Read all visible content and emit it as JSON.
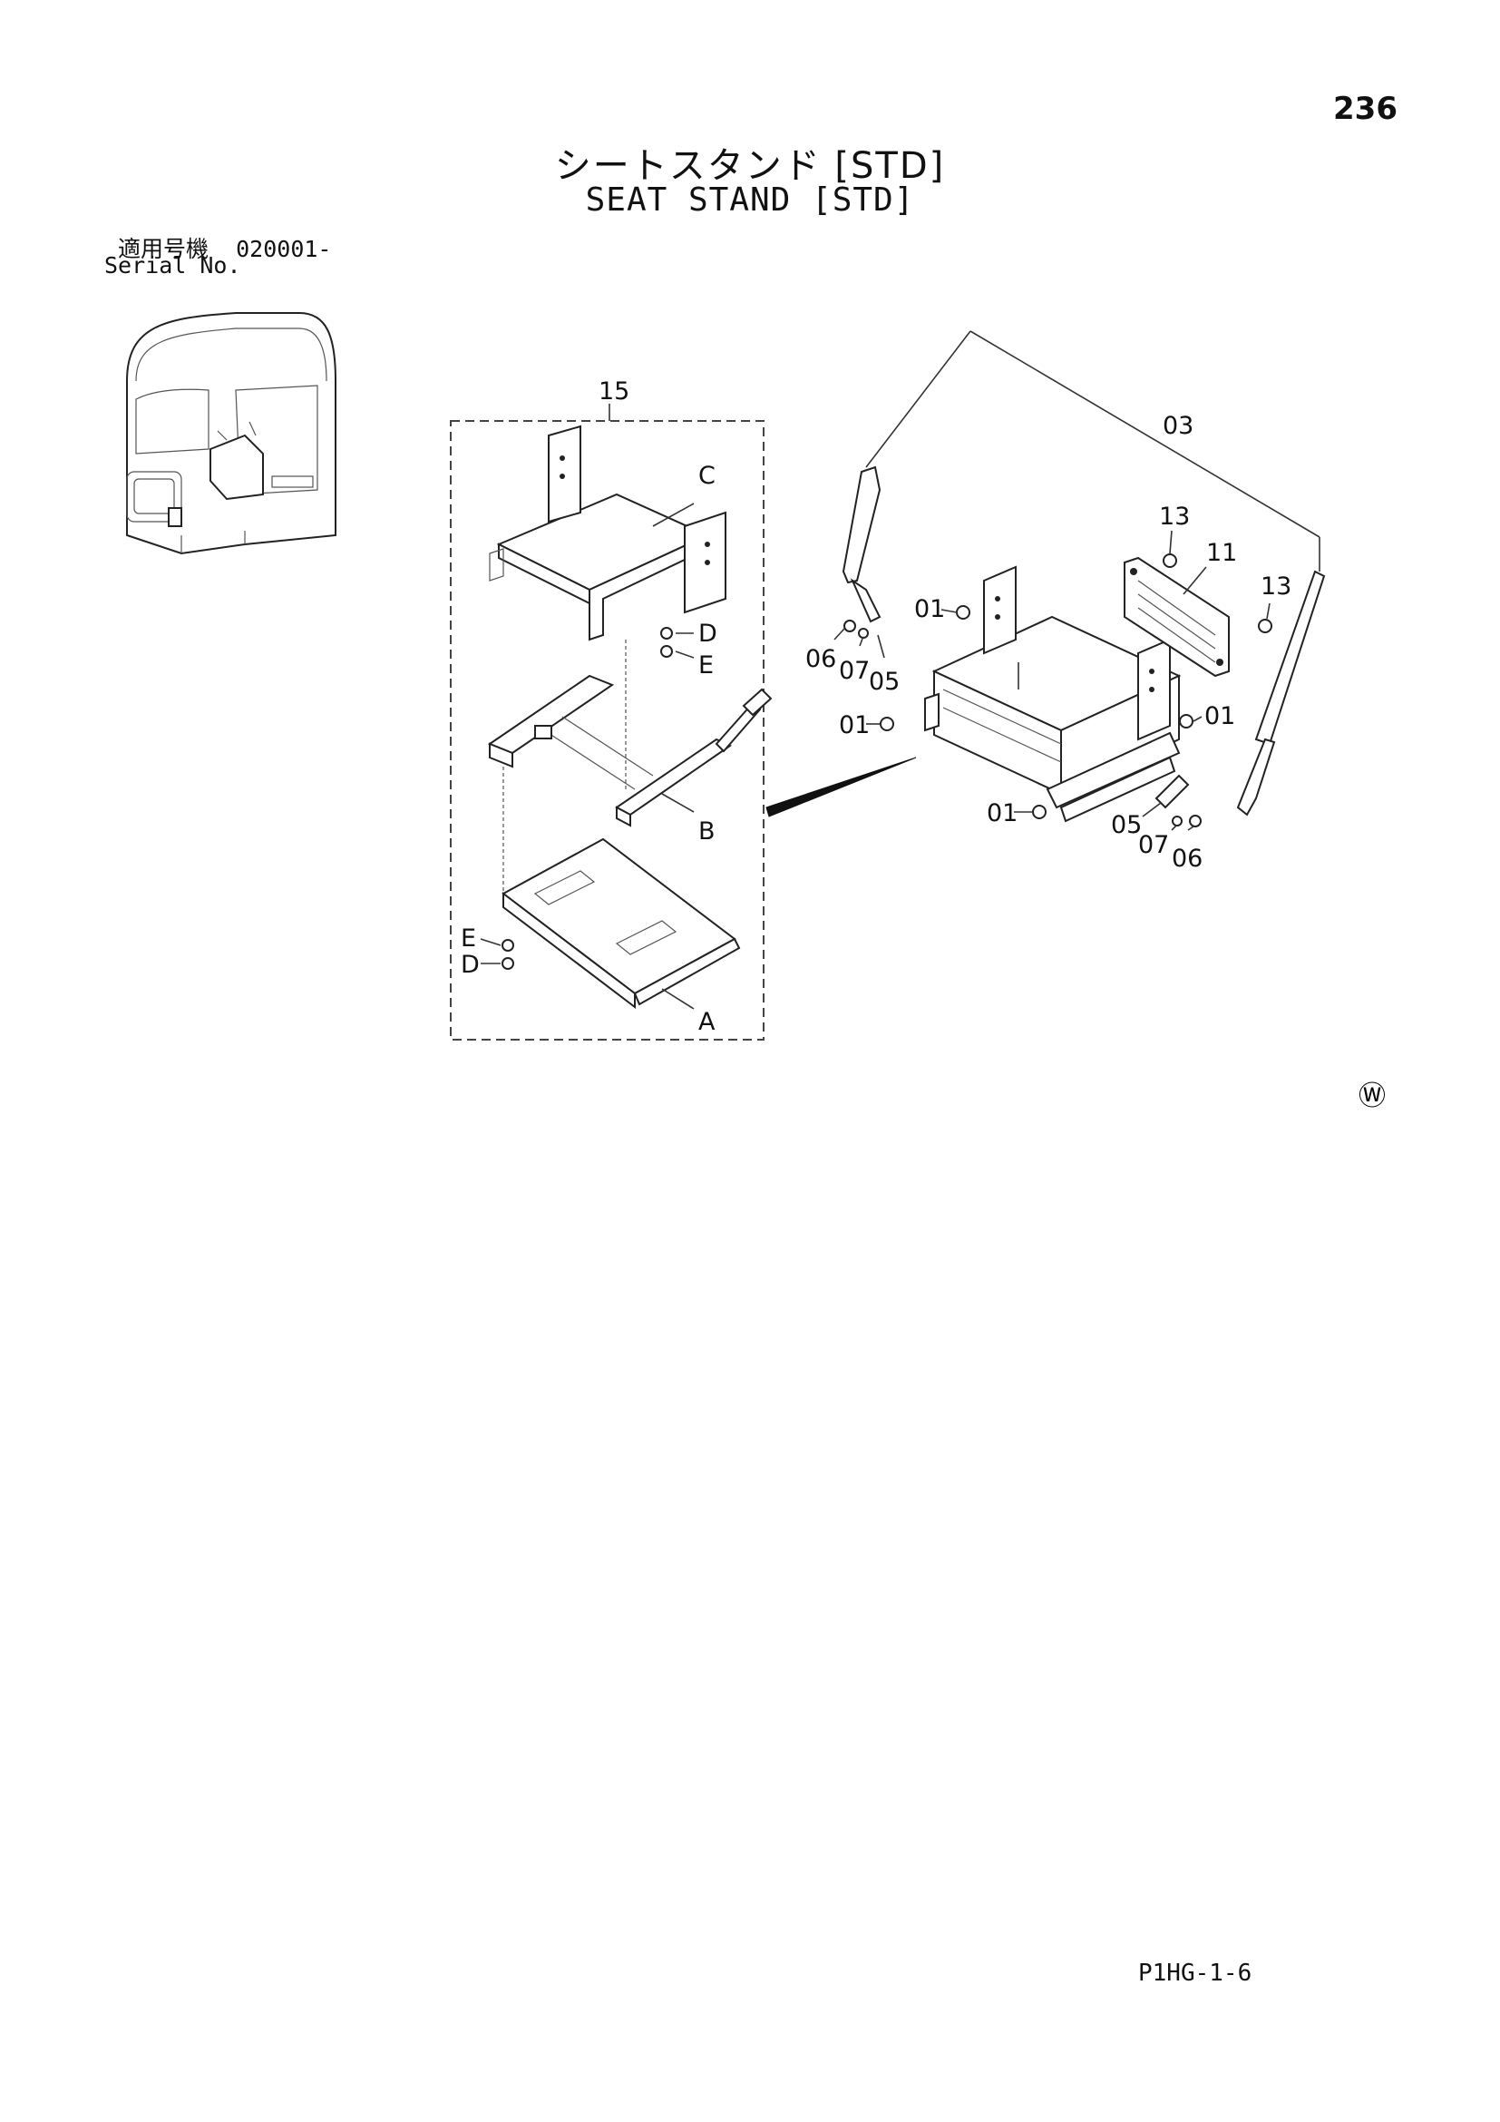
{
  "page_number": "236",
  "title_jp": "シートスタンド [STD]",
  "title_en": "SEAT STAND [STD]",
  "serial_label_jp": "適用号機",
  "serial_value": "020001-",
  "serial_label_en": "Serial No.",
  "document_code": "P1HG-1-6",
  "watermark_symbol": "Ⓦ",
  "callouts": {
    "c15": "15",
    "cC": "C",
    "cD": "D",
    "cE": "E",
    "cB": "B",
    "cE2": "E",
    "cD2": "D",
    "cA": "A",
    "c03": "03",
    "c13a": "13",
    "c11": "11",
    "c13b": "13",
    "c01a": "01",
    "c06a": "06",
    "c07a": "07",
    "c05a": "05",
    "c01b": "01",
    "c01c": "01",
    "c01d": "01",
    "c05b": "05",
    "c07b": "07",
    "c06b": "06"
  }
}
